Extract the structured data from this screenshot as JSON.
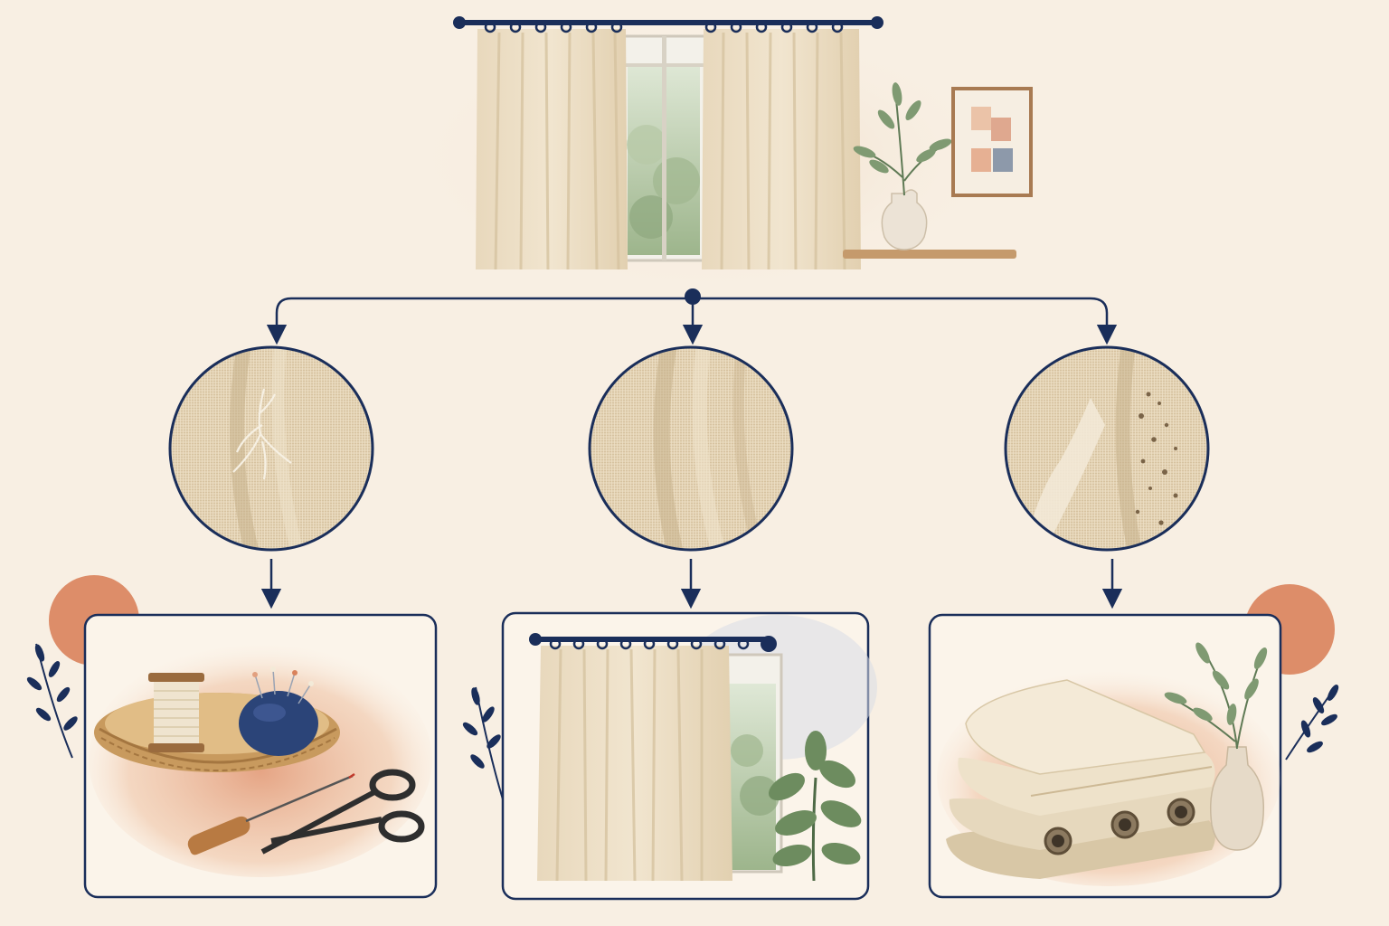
{
  "colors": {
    "background": "#f8efe3",
    "navy": "#1a2e5a",
    "linen": "#e6d6bb",
    "linen_dark": "#c9b48f",
    "terracotta": "#d9825b",
    "sage": "#7f9a72",
    "wood": "#b07a47"
  },
  "diagram": {
    "root": {
      "label": "",
      "icon": "curtain-window-scene"
    },
    "branches": [
      {
        "id": "torn",
        "detail_icon": "torn-fabric-magnifier",
        "result_icon": "sewing-kit"
      },
      {
        "id": "intact",
        "detail_icon": "intact-fabric-magnifier",
        "result_icon": "curtain-rehung"
      },
      {
        "id": "worn",
        "detail_icon": "worn-fabric-magnifier",
        "result_icon": "folded-curtain-grommets"
      }
    ]
  }
}
